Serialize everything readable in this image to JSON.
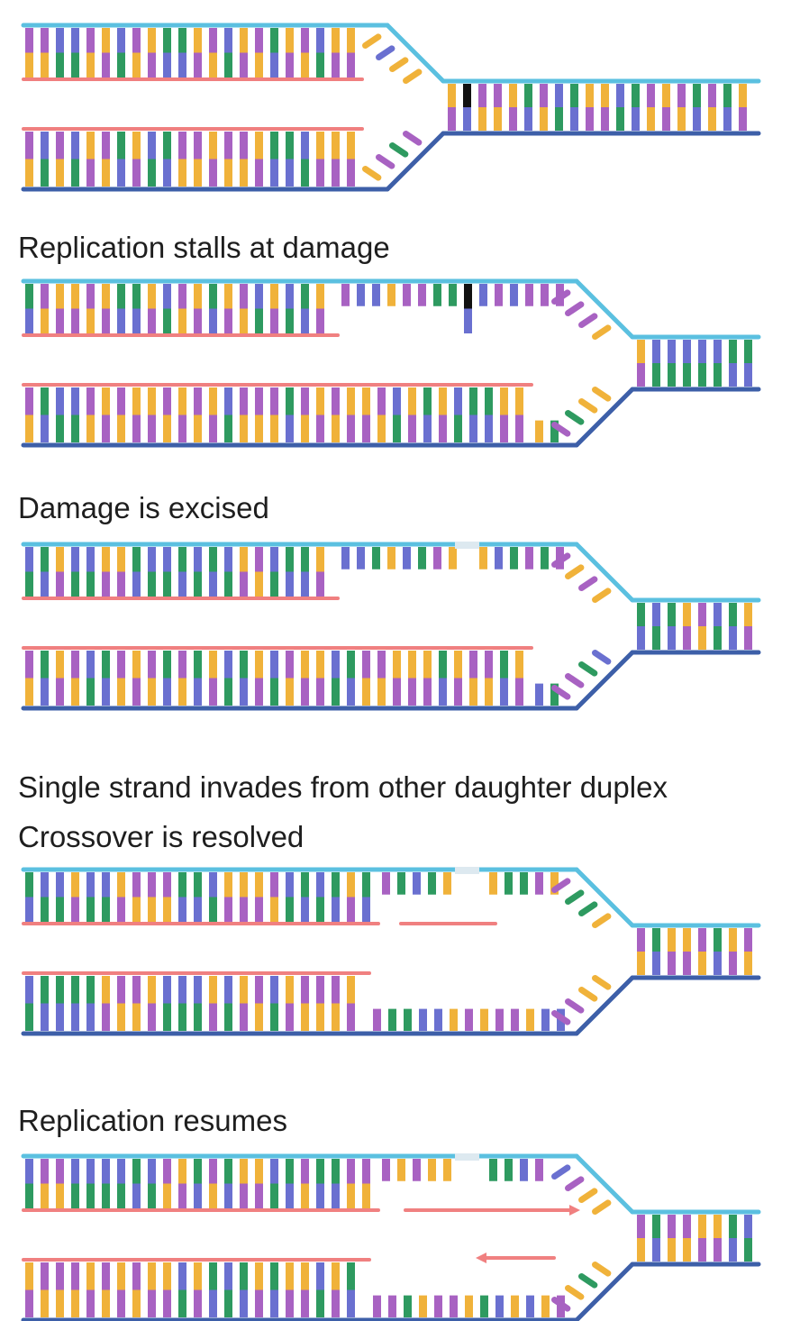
{
  "captions": {
    "stage2": "Replication stalls at damage",
    "stage3": "Damage is excised",
    "stage4a": "Single strand invades from other daughter duplex",
    "stage4b": "Crossover is resolved",
    "stage5": "Replication resumes"
  },
  "colors": {
    "parental_strand": "#5bc0e0",
    "template_strand": "#3d5fa8",
    "new_strand": "#f08080",
    "base_purple": "#a862c2",
    "base_yellow": "#f0b23a",
    "base_green": "#2e9a60",
    "base_blue": "#6a70d0",
    "damage": "#111111",
    "gap": "#dde9f0"
  }
}
